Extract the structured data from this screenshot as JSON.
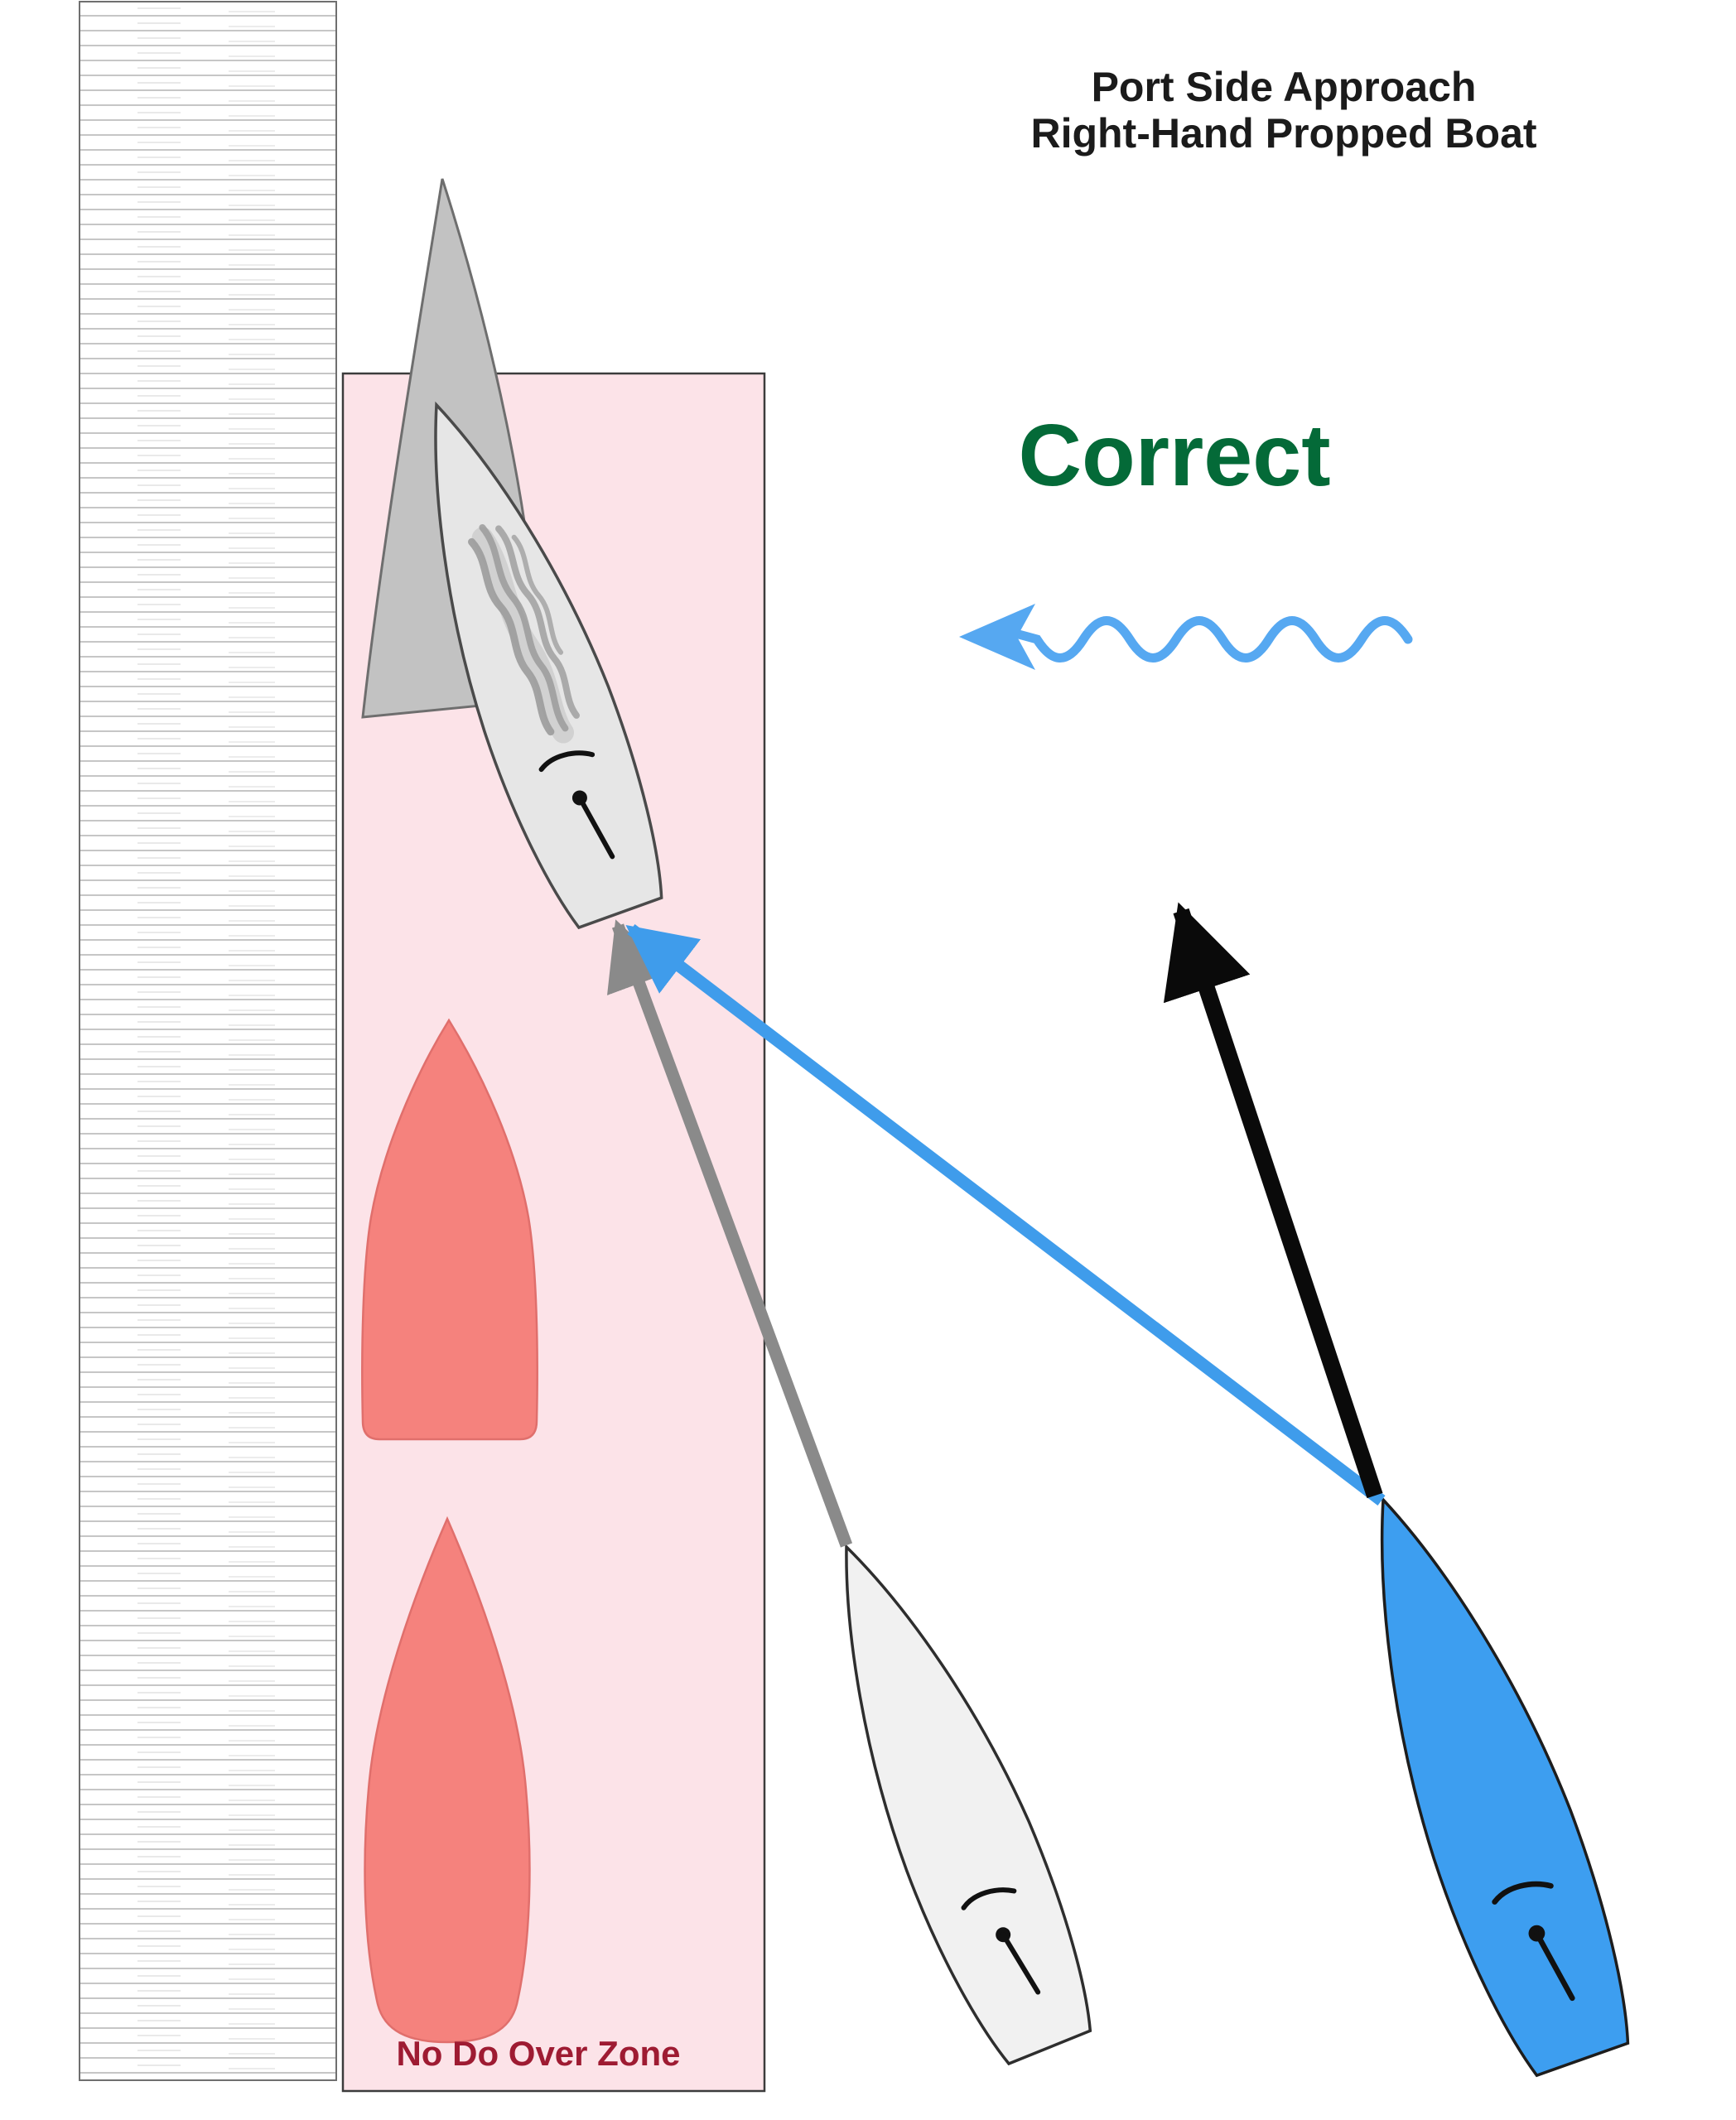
{
  "header": {
    "title_line1": "Port Side Approach",
    "title_line2": "Right-Hand Propped Boat"
  },
  "annotations": {
    "correct_label": "Correct",
    "zone_label": "No Do Over Zone"
  },
  "colors": {
    "correct_green": "#046a38",
    "zone_label_red": "#9e1b32",
    "zone_fill_pink": "#fce3e8",
    "occupied_slip_salmon": "#f5827d",
    "approach_path_blue": "#3f9ceb",
    "wind_arrow_blue": "#56a8f1",
    "approach_path_gray": "#8a8a8a",
    "heading_arrow_black": "#0a0a0a",
    "approaching_boat_blue": "#3d9ef0"
  }
}
